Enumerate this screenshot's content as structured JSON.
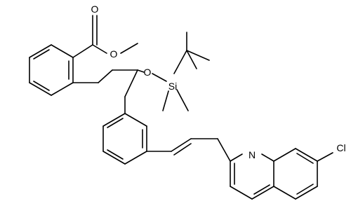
{
  "atoms": {
    "ketone_o": "O",
    "ester_o": "O",
    "ether_o": "O",
    "silicon": "Si",
    "nitrogen": "N",
    "chlorine": "Cl"
  },
  "colors": {
    "stroke": "#000000",
    "background": "#ffffff"
  }
}
